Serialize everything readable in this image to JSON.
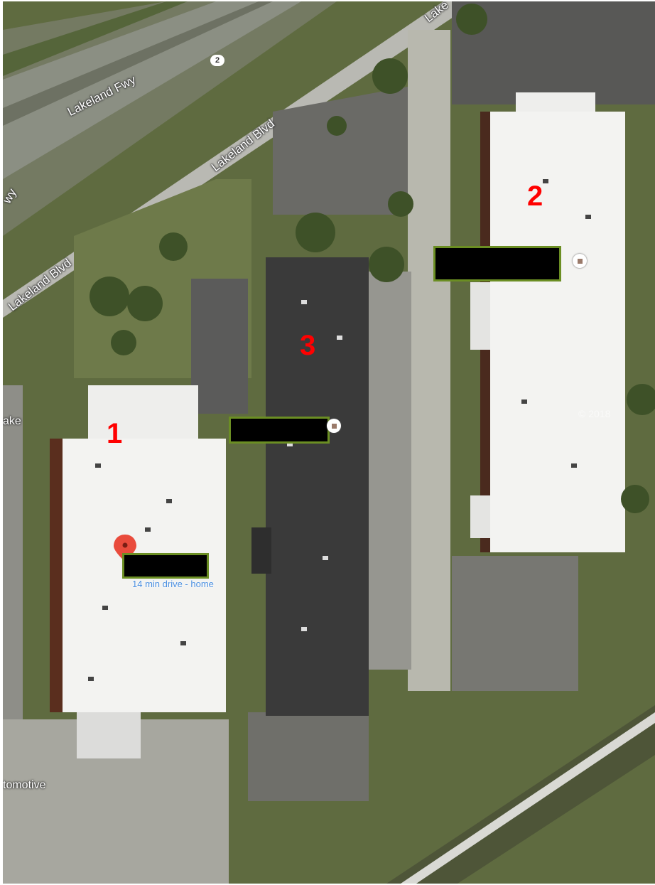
{
  "map": {
    "roads": [
      {
        "id": "fwy",
        "label": "Lakeland Fwy"
      },
      {
        "id": "blvd",
        "label": "Lakeland Blvd"
      },
      {
        "id": "blvd2",
        "label": "Lakeland Blvd"
      },
      {
        "id": "lake-top",
        "label": "Lake"
      },
      {
        "id": "fwy-edge",
        "label": "wy"
      }
    ],
    "shield": "2",
    "places": {
      "left_lake": "ake",
      "automotive": "tomotive"
    },
    "buildings": [
      "1",
      "2",
      "3"
    ],
    "drive_time": "14 min drive - home",
    "copyright": "© 2018",
    "colors": {
      "building_white": "#f3f3f1",
      "building_dark": "#3a3a3a",
      "label_red": "#ff0000",
      "redact_border": "#6b8e23",
      "pin": "#e94b3c"
    }
  }
}
